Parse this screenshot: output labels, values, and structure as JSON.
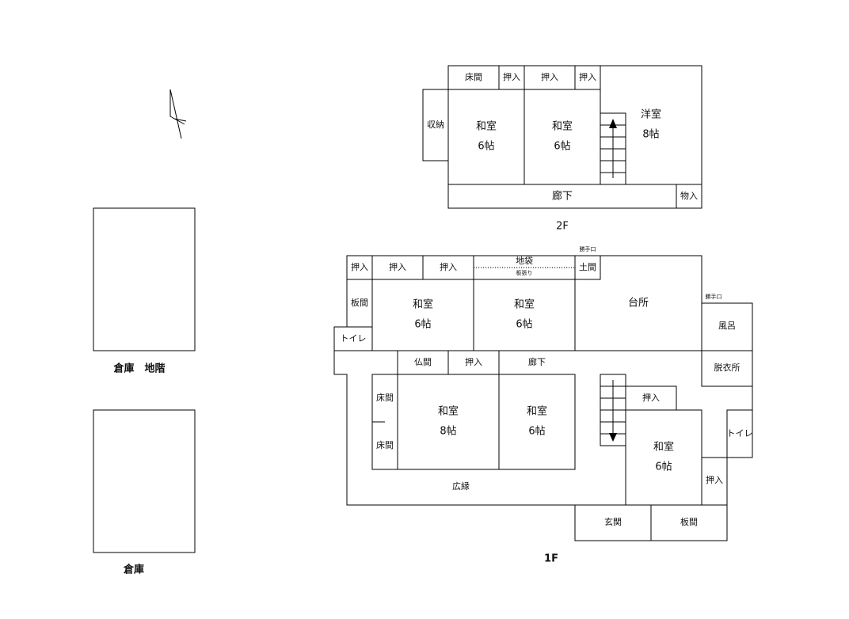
{
  "floors": {
    "second": "2F",
    "first": "1F"
  },
  "warehouse": {
    "basement": "倉庫　地階",
    "main": "倉庫"
  },
  "second_floor": {
    "tokonoma": "床間",
    "oshiire1": "押入",
    "oshiire2": "押入",
    "oshiire3": "押入",
    "storage": "収納",
    "washitsu1": "和室",
    "washitsu1_size": "6帖",
    "washitsu2": "和室",
    "washitsu2_size": "6帖",
    "youshitsu": "洋室",
    "youshitsu_size": "8帖",
    "corridor": "廊下",
    "monoire": "物入"
  },
  "first_floor": {
    "oshiire_a": "押入",
    "oshiire_b": "押入",
    "oshiire_c": "押入",
    "jibukuro": "地袋",
    "itabari": "板張り",
    "katteguchi1": "勝手口",
    "doma": "土間",
    "itanoma1": "板間",
    "washitsu_a": "和室",
    "washitsu_a_size": "6帖",
    "washitsu_b": "和室",
    "washitsu_b_size": "6帖",
    "kitchen": "台所",
    "katteguchi2": "勝手口",
    "bath": "風呂",
    "toilet1": "トイレ",
    "butsuma": "仏間",
    "oshiire_d": "押入",
    "corridor": "廊下",
    "dressing": "脱衣所",
    "tokonoma1": "床間",
    "tokonoma2": "床間",
    "washitsu_c": "和室",
    "washitsu_c_size": "8帖",
    "washitsu_d": "和室",
    "washitsu_d_size": "6帖",
    "oshiire_e": "押入",
    "washitsu_e": "和室",
    "washitsu_e_size": "6帖",
    "toilet2": "トイレ",
    "oshiire_f": "押入",
    "engawa": "広縁",
    "genkan": "玄関",
    "itanoma2": "板間"
  }
}
